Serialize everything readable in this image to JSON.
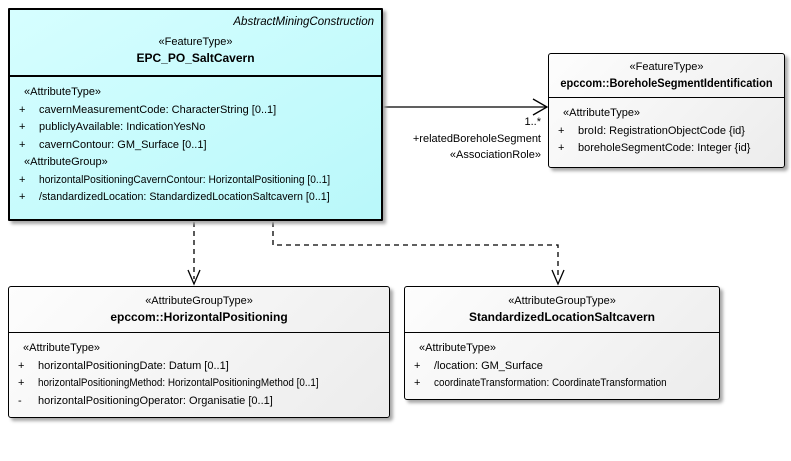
{
  "diagram": {
    "type": "uml-class-diagram",
    "colors": {
      "main_class_fill": "#bffbfc",
      "other_box_fill": "#efefef",
      "border": "#000000",
      "background": "#ffffff"
    },
    "classes": {
      "salt_cavern": {
        "tagline": "AbstractMiningConstruction",
        "stereotype": "«FeatureType»",
        "name": "EPC_PO_SaltCavern",
        "attr_type_label": "«AttributeType»",
        "attr_group_label": "«AttributeGroup»",
        "attrs": [
          {
            "vis": "+",
            "text": "cavernMeasurementCode: CharacterString [0..1]"
          },
          {
            "vis": "+",
            "text": "publiclyAvailable: IndicationYesNo"
          },
          {
            "vis": "+",
            "text": "cavernContour: GM_Surface [0..1]"
          },
          {
            "vis": "+",
            "text": "horizontalPositioningCavernContour: HorizontalPositioning [0..1]"
          },
          {
            "vis": "+",
            "text": "/standardizedLocation: StandardizedLocationSaltcavern [0..1]"
          }
        ]
      },
      "borehole_segment": {
        "stereotype": "«FeatureType»",
        "name": "epccom::BoreholeSegmentIdentification",
        "attr_type_label": "«AttributeType»",
        "attrs": [
          {
            "vis": "+",
            "text": "broId: RegistrationObjectCode {id}"
          },
          {
            "vis": "+",
            "text": "boreholeSegmentCode: Integer {id}"
          }
        ]
      },
      "horizontal_positioning": {
        "stereotype": "«AttributeGroupType»",
        "name": "epccom::HorizontalPositioning",
        "attr_type_label": "«AttributeType»",
        "attrs": [
          {
            "vis": "+",
            "text": "horizontalPositioningDate: Datum [0..1]"
          },
          {
            "vis": "+",
            "text": "horizontalPositioningMethod: HorizontalPositioningMethod [0..1]"
          },
          {
            "vis": "-",
            "text": "horizontalPositioningOperator: Organisatie [0..1]"
          }
        ]
      },
      "standardized_location": {
        "stereotype": "«AttributeGroupType»",
        "name": "StandardizedLocationSaltcavern",
        "attr_type_label": "«AttributeType»",
        "attrs": [
          {
            "vis": "+",
            "text": "/location: GM_Surface"
          },
          {
            "vis": "+",
            "text": "coordinateTransformation: CoordinateTransformation"
          }
        ]
      }
    },
    "connectors": {
      "association": {
        "multiplicity": "1..*",
        "role": "+relatedBoreholeSegment",
        "stereotype": "«AssociationRole»"
      }
    }
  }
}
